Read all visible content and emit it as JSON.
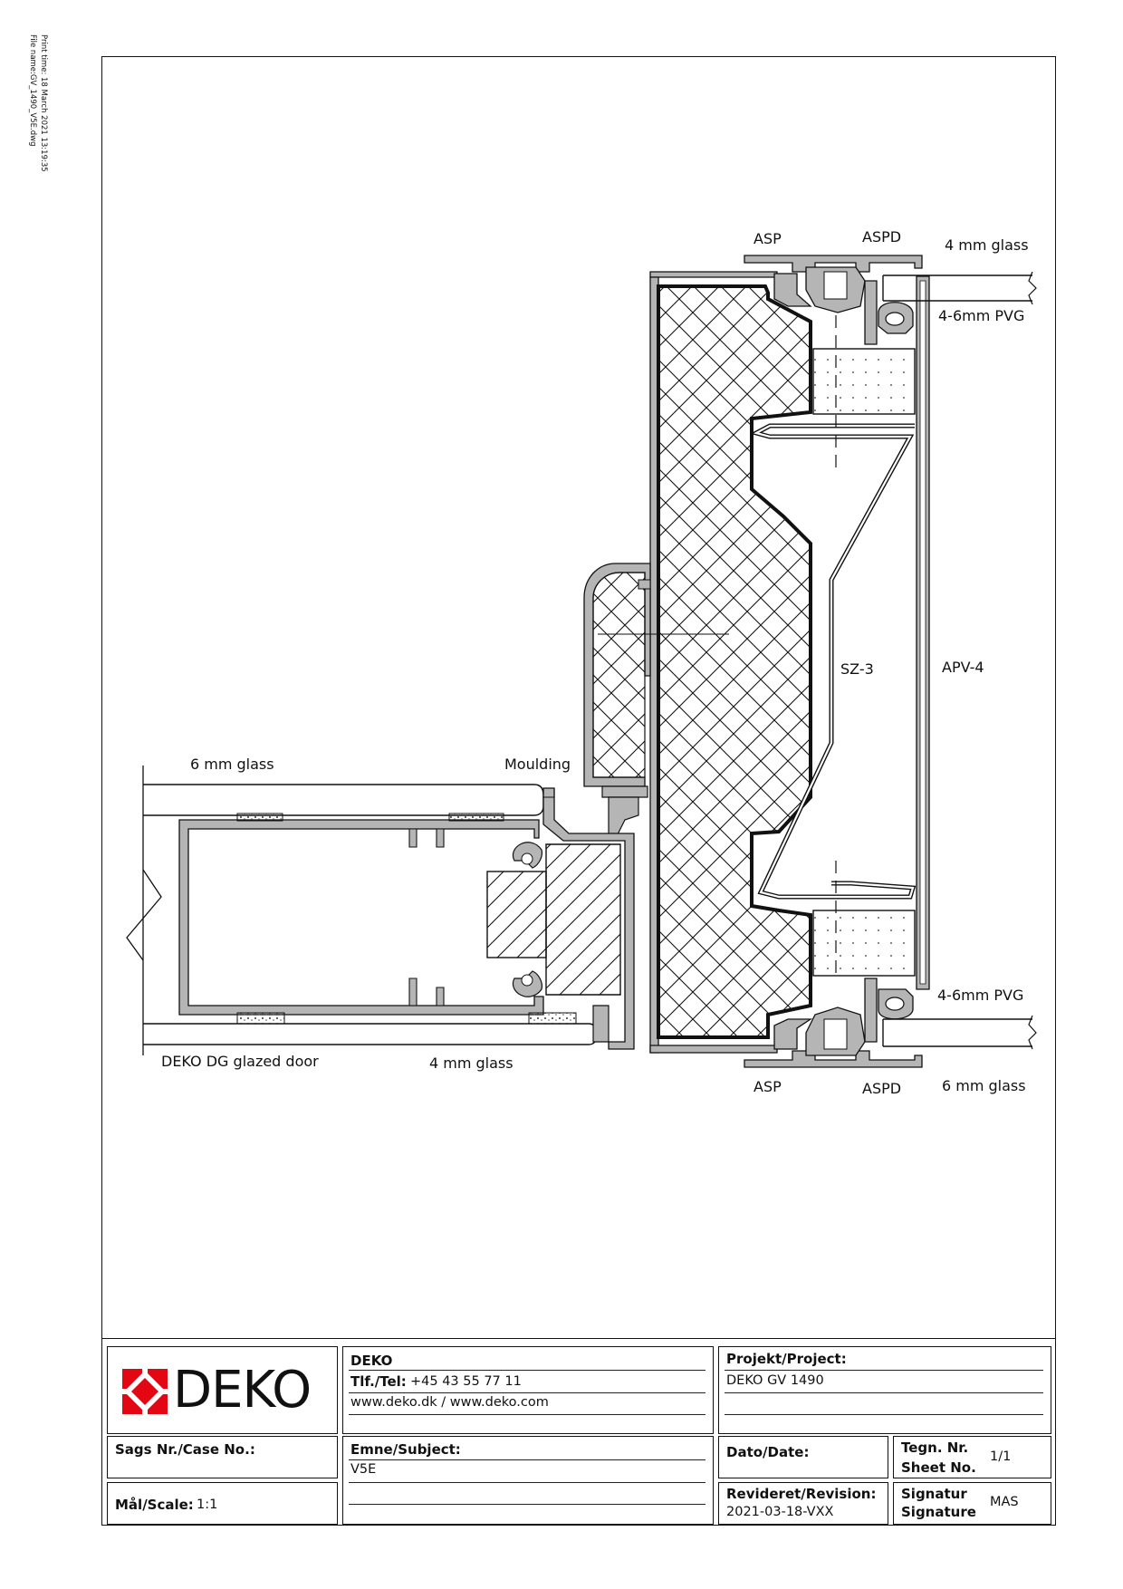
{
  "print_meta": {
    "print_time": "Print time: 18 March 2021 13:19:35",
    "file_name": "File name:GV_1490_V5E.dwg"
  },
  "labels": {
    "asp_top": "ASP",
    "aspd_top": "ASPD",
    "glass_4mm_top": "4 mm glass",
    "pvg_top": "4-6mm PVG",
    "sz3": "SZ-3",
    "apv4": "APV-4",
    "glass_6mm_left": "6 mm glass",
    "moulding": "Moulding",
    "pvg_bottom": "4-6mm PVG",
    "door": "DEKO DG glazed door",
    "glass_4mm_bottom": "4 mm glass",
    "asp_bottom": "ASP",
    "aspd_bottom": "ASPD",
    "glass_6mm_bottom": "6 mm glass"
  },
  "title_block": {
    "logo_text": "DEKO",
    "logo_color": "#e30613",
    "company": "DEKO",
    "tel_label": "Tlf./Tel:",
    "tel_value": "+45 43 55 77 11",
    "web": "www.deko.dk / www.deko.com",
    "project_label": "Projekt/Project:",
    "project_value": "DEKO GV 1490",
    "case_label": "Sags Nr./Case No.:",
    "subject_label": "Emne/Subject:",
    "subject_value": "V5E",
    "date_label": "Dato/Date:",
    "sheet_label_1": "Tegn. Nr.",
    "sheet_label_2": "Sheet No.",
    "sheet_value": "1/1",
    "scale_label": "Mål/Scale:",
    "scale_value": "1:1",
    "revision_label": "Revideret/Revision:",
    "revision_value": "2021-03-18-VXX",
    "signature_label_1": "Signatur",
    "signature_label_2": "Signature",
    "signature_value": "MAS"
  }
}
